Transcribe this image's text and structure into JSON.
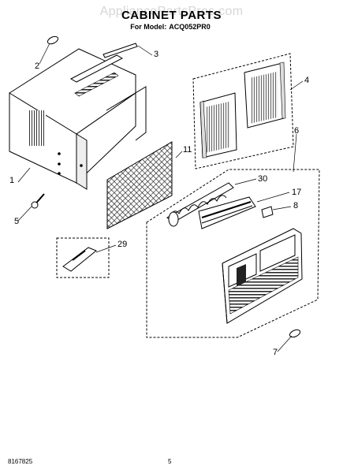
{
  "watermark": "AppliancePartsPros.com",
  "header": {
    "title": "CABINET PARTS",
    "model_prefix": "For Model:",
    "model_number": "ACQ052PR0"
  },
  "callouts": {
    "p1": "1",
    "p2": "2",
    "p3": "3",
    "p4": "4",
    "p5": "5",
    "p6": "6",
    "p7": "7",
    "p8": "8",
    "p11": "11",
    "p17": "17",
    "p29": "29",
    "p30": "30"
  },
  "footer": {
    "doc_number": "8167825",
    "page_number": "5"
  }
}
